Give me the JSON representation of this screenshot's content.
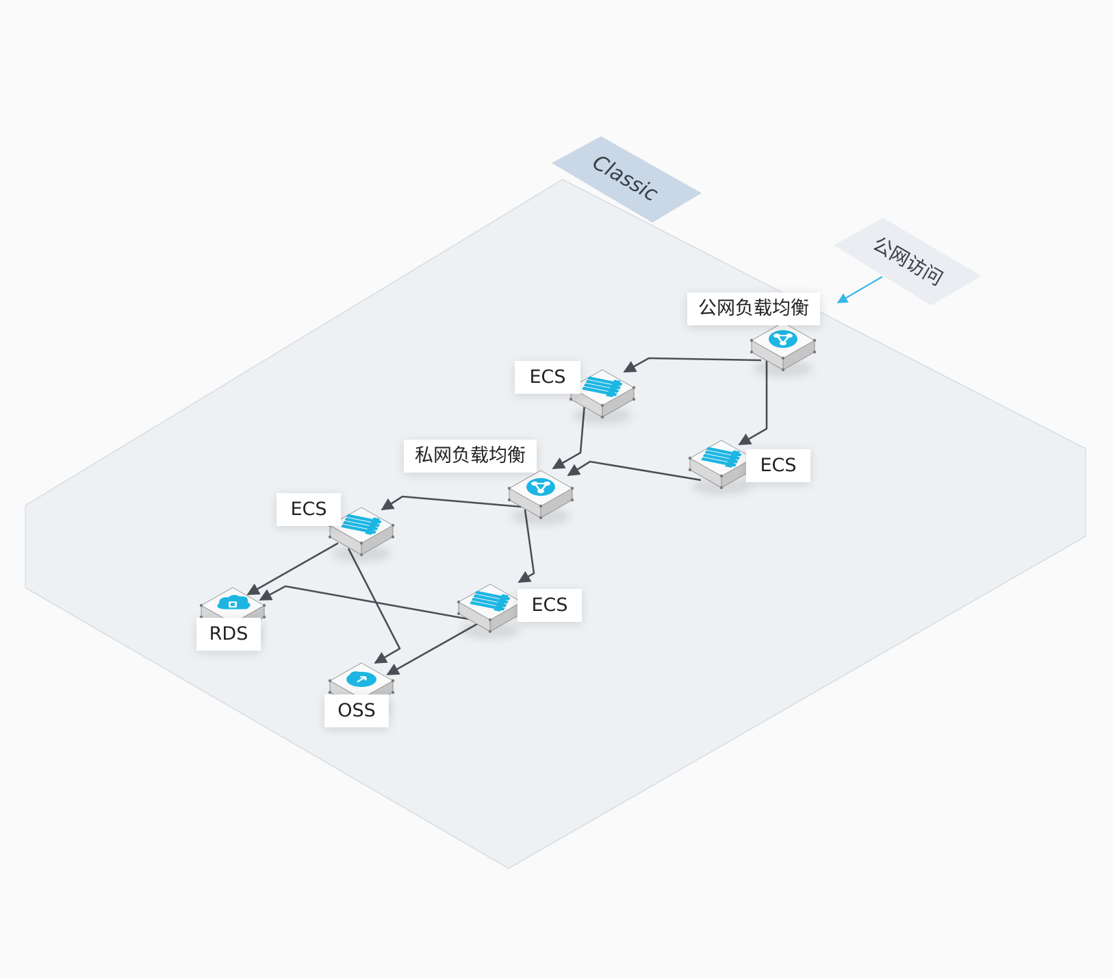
{
  "zone": {
    "label": "Classic"
  },
  "internet": {
    "label": "公网访问"
  },
  "nodes": {
    "public_slb": {
      "type": "load-balancer",
      "label": "公网负载均衡",
      "icon": "load-balancer-icon"
    },
    "ecs_top": {
      "type": "server",
      "label": "ECS",
      "icon": "server-icon"
    },
    "ecs_right": {
      "type": "server",
      "label": "ECS",
      "icon": "server-icon"
    },
    "private_slb": {
      "type": "load-balancer",
      "label": "私网负载均衡",
      "icon": "load-balancer-icon"
    },
    "ecs_left": {
      "type": "server",
      "label": "ECS",
      "icon": "server-icon"
    },
    "ecs_bottom": {
      "type": "server",
      "label": "ECS",
      "icon": "server-icon"
    },
    "rds": {
      "type": "database",
      "label": "RDS",
      "icon": "database-icon"
    },
    "oss": {
      "type": "storage",
      "label": "OSS",
      "icon": "storage-icon"
    }
  },
  "edges": [
    {
      "from": "internet",
      "to": "public_slb"
    },
    {
      "from": "public_slb",
      "to": "ecs_top"
    },
    {
      "from": "public_slb",
      "to": "ecs_right"
    },
    {
      "from": "ecs_top",
      "to": "private_slb"
    },
    {
      "from": "ecs_right",
      "to": "private_slb"
    },
    {
      "from": "private_slb",
      "to": "ecs_left"
    },
    {
      "from": "private_slb",
      "to": "ecs_bottom"
    },
    {
      "from": "ecs_left",
      "to": "rds"
    },
    {
      "from": "ecs_left",
      "to": "oss"
    },
    {
      "from": "ecs_bottom",
      "to": "rds"
    },
    {
      "from": "ecs_bottom",
      "to": "oss"
    }
  ],
  "colors": {
    "background": "#fafafa",
    "platform": "#eef1f4",
    "platform_edge": "#cfd5db",
    "zone_tag": "#c9d7e6",
    "internet_tag": "#eaeef2",
    "internet_arrow": "#35b7e8",
    "edge_line": "#4a4f56",
    "device_top": "#fafafa",
    "device_side_left": "#d9d9d9",
    "device_side_right": "#c6c6c6",
    "icon_accent": "#1db6e3"
  }
}
